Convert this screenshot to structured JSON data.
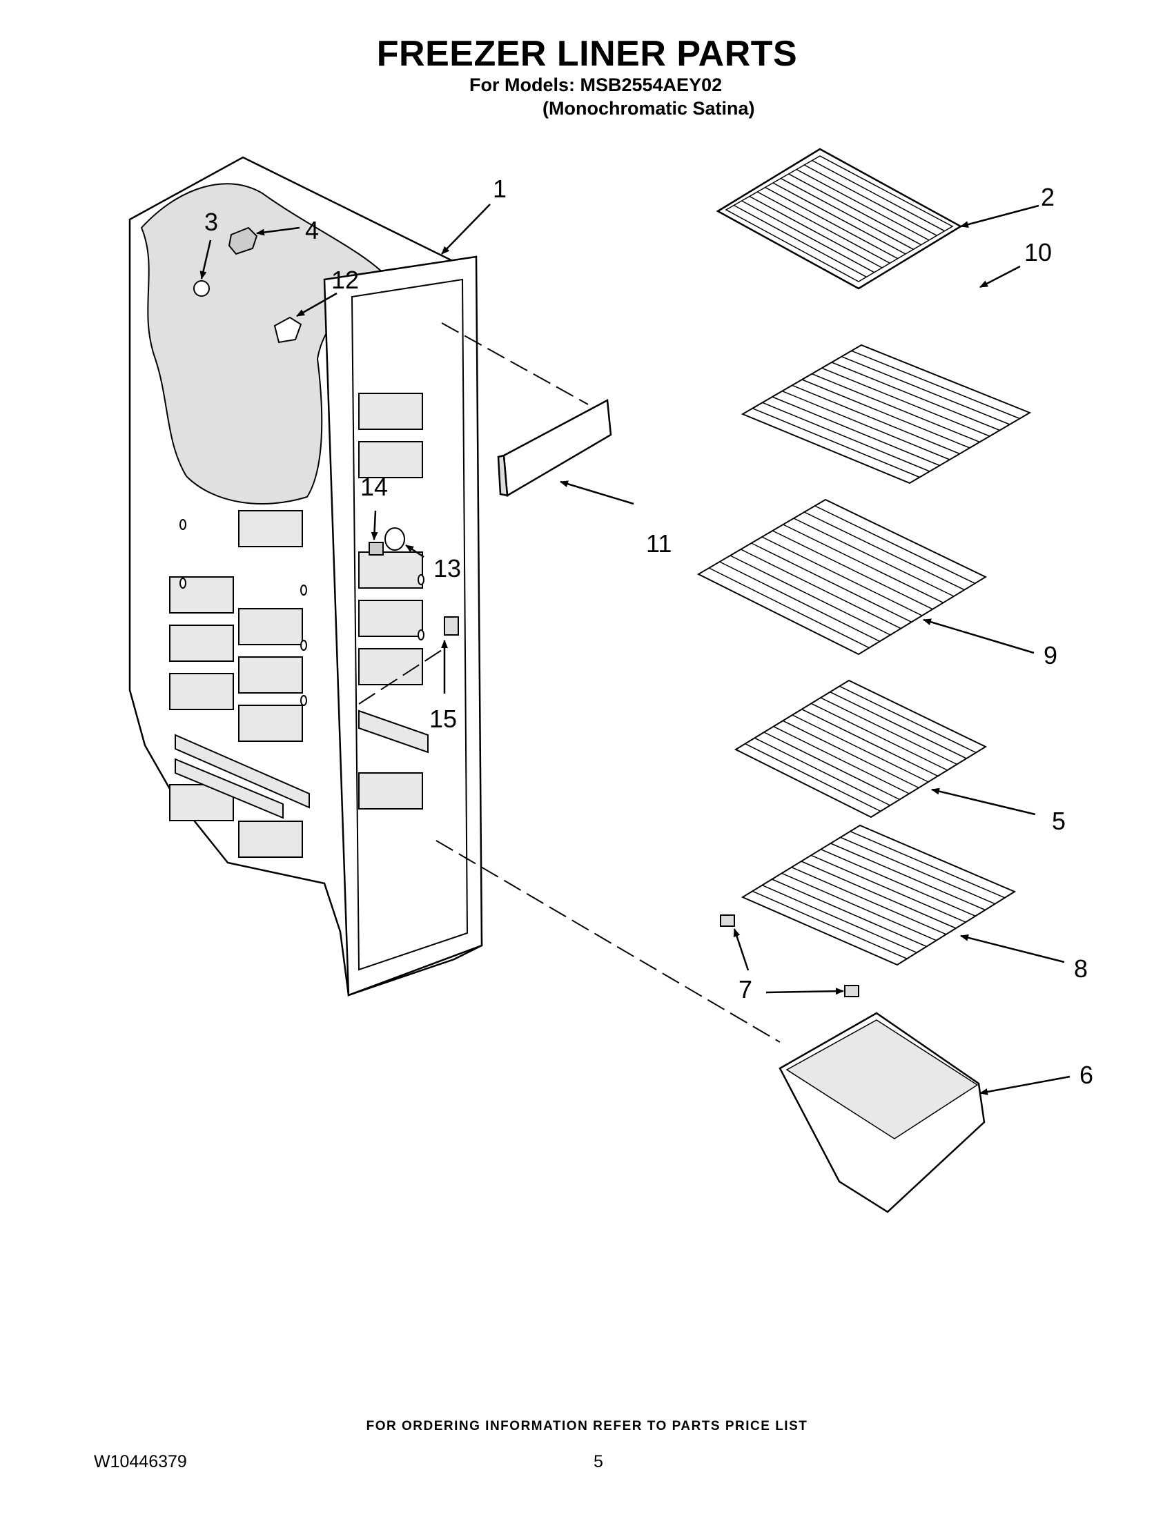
{
  "header": {
    "title": "FREEZER LINER PARTS",
    "models_line": "For Models: MSB2554AEY02",
    "variant_line": "(Monochromatic Satina)"
  },
  "callouts": [
    "1",
    "2",
    "3",
    "4",
    "5",
    "6",
    "7",
    "8",
    "9",
    "10",
    "11",
    "12",
    "13",
    "14",
    "15"
  ],
  "footer": {
    "ordering_note": "FOR ORDERING INFORMATION REFER TO PARTS PRICE LIST",
    "document_number": "W10446379",
    "page_number": "5"
  },
  "colors": {
    "ink": "#000000",
    "shade": "#d9d9d9",
    "paper": "#ffffff"
  }
}
